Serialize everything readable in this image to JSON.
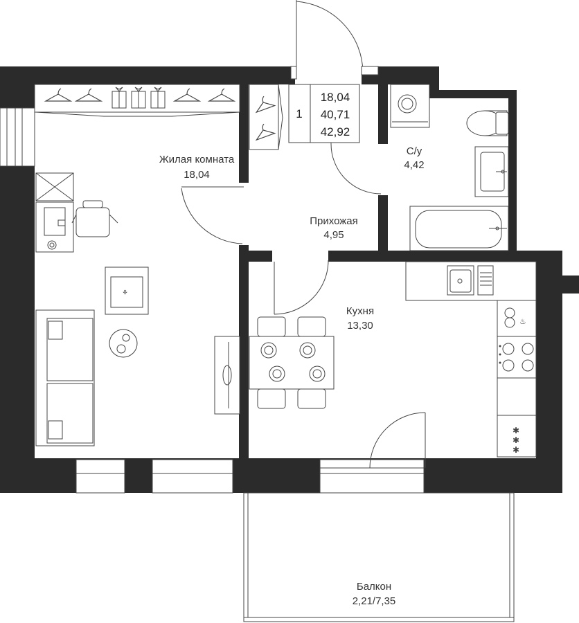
{
  "summary": {
    "rooms_count": "1",
    "living_area": "18,04",
    "living_total": "40,71",
    "total_area": "42,92"
  },
  "rooms": {
    "living": {
      "name": "Жилая комната",
      "area": "18,04"
    },
    "hall": {
      "name": "Прихожая",
      "area": "4,95"
    },
    "bath": {
      "name": "С/у",
      "area": "4,42"
    },
    "kitchen": {
      "name": "Кухня",
      "area": "13,30"
    },
    "balcony": {
      "name": "Балкон",
      "area": "2,21/7,35"
    }
  },
  "colors": {
    "wall": "#2b2b2b",
    "line": "#444444",
    "background": "#ffffff"
  },
  "icons": {
    "hanger": "hanger-icon",
    "gift": "gift-box-icon",
    "toilet": "toilet-icon",
    "washing_machine": "washing-machine-icon",
    "sink": "sink-icon",
    "bathtub": "bathtub-icon",
    "stove": "stove-icon",
    "plant": "plant-icon"
  }
}
